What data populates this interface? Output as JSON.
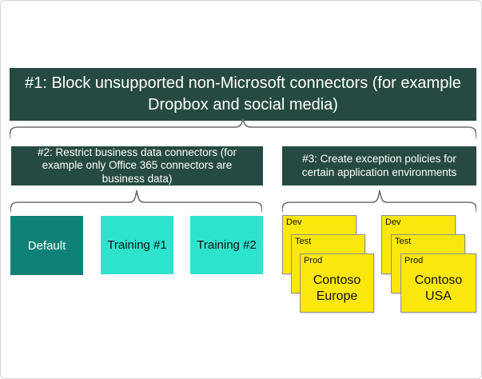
{
  "colors": {
    "dark_green": "#264a42",
    "teal_dark": "#0e8276",
    "teal_bright": "#2ee3ce",
    "sticky_yellow": "#fbe70c",
    "brace_gray": "#6e6e6e",
    "sticky_border": "#8f8f8f"
  },
  "policies": {
    "p1": {
      "label": "#1: Block unsupported non-Microsoft connectors (for example Dropbox and social media)"
    },
    "p2": {
      "label": "#2: Restrict business data connectors (for example only Office 365 connectors are business data)"
    },
    "p3": {
      "label": "#3: Create exception policies for certain application environments"
    }
  },
  "environments": [
    {
      "label": "Default"
    },
    {
      "label": "Training #1"
    },
    {
      "label": "Training #2"
    }
  ],
  "exception_stacks": [
    {
      "name": "contoso-europe",
      "cards": [
        {
          "label": "Dev"
        },
        {
          "label": "Test"
        },
        {
          "label": "Prod",
          "body": "Contoso Europe"
        }
      ]
    },
    {
      "name": "contoso-usa",
      "cards": [
        {
          "label": "Dev"
        },
        {
          "label": "Test"
        },
        {
          "label": "Prod",
          "body": "Contoso USA"
        }
      ]
    }
  ]
}
